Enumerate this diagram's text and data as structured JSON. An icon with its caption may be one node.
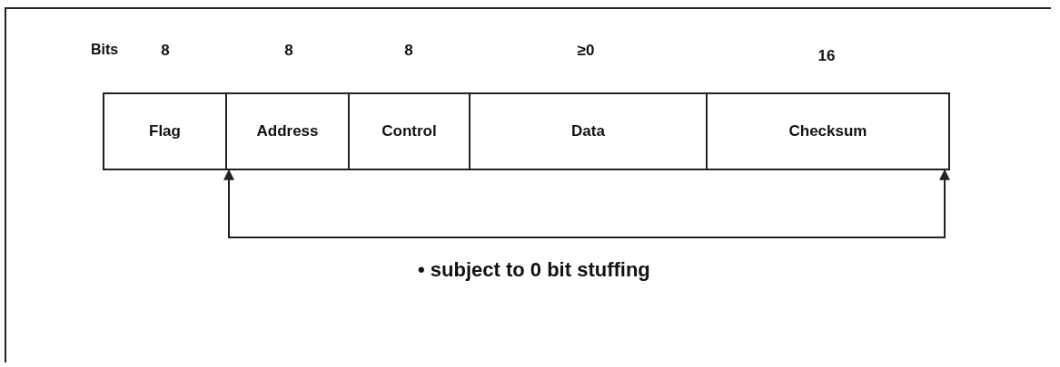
{
  "diagram": {
    "nodes": [
      {
        "text": [
          "Flag"
        ],
        "beside": [
          "8"
        ]
      },
      {
        "text": [
          "Address"
        ],
        "beside": [
          "8"
        ]
      },
      {
        "text": [
          "Control"
        ],
        "beside": [
          "8"
        ]
      },
      {
        "text": [
          "Data"
        ],
        "beside": [
          "≥0"
        ]
      },
      {
        "text": [
          "Checksum"
        ],
        "beside": [
          "16"
        ]
      }
    ],
    "edges": [
      {
        "from": 1,
        "to": 4,
        "arrow": "both"
      }
    ],
    "labels": [
      "Bits",
      "• subject to 0 bit stuffing"
    ]
  }
}
